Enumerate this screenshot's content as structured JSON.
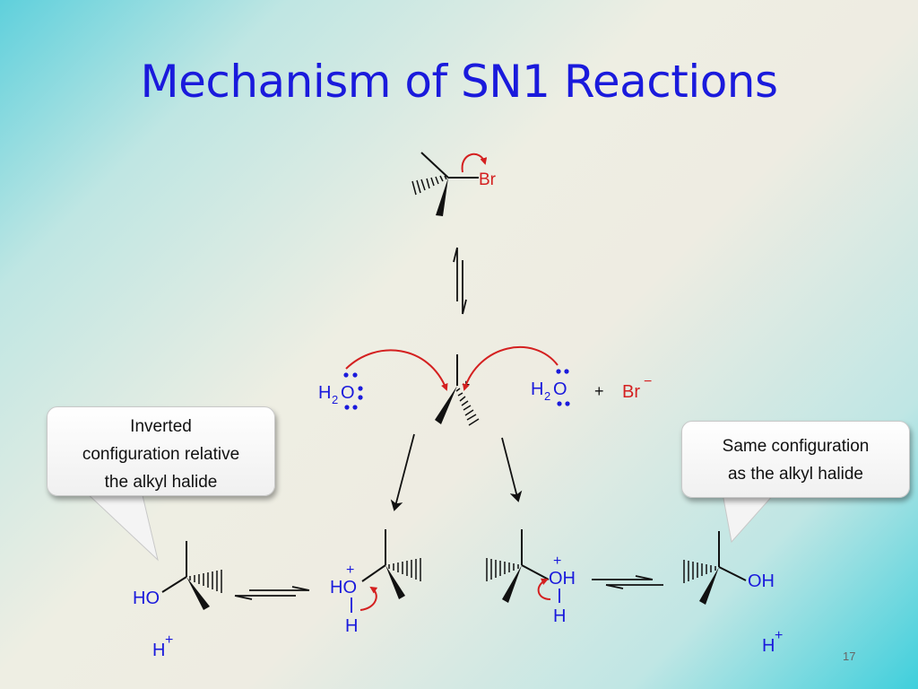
{
  "title": "Mechanism of SN1 Reactions",
  "callouts": {
    "left": [
      "Inverted",
      "configuration relative",
      "the alkyl halide"
    ],
    "right": [
      "Same configuration",
      "as the alkyl halide"
    ]
  },
  "chem": {
    "br": "Br",
    "water_h": "H",
    "water_sub": "2",
    "water_o": "O",
    "plus_sign": "+",
    "bromide": "Br",
    "minus_sign": "−",
    "cation_charge": "+",
    "ho": "HO",
    "oh": "OH",
    "h": "H",
    "o": "O"
  },
  "colors": {
    "title": "#1a1adc",
    "heteroatom": "#1a1adc",
    "curved_arrow": "#d42020",
    "bromine": "#d42020",
    "lone_pair": "#1a1adc"
  },
  "page_number": "17"
}
